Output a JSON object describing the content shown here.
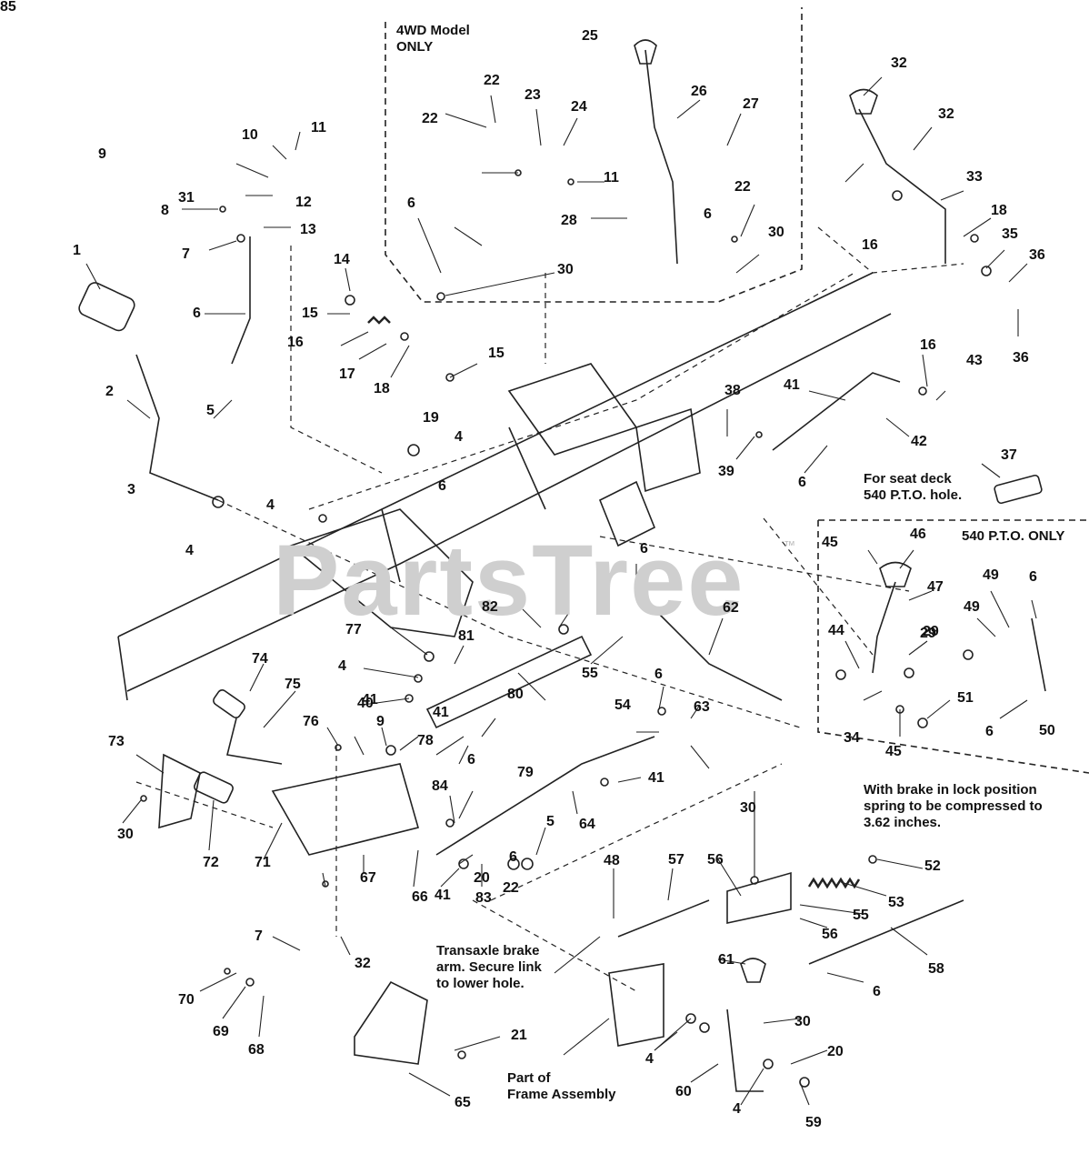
{
  "watermark": {
    "text": "PartsTree",
    "mark": "™"
  },
  "notes": {
    "four_wd": "4WD Model\nONLY",
    "seat_deck": "For seat deck\n540 P.T.O. hole.",
    "pto_only": "540 P.T.O. ONLY",
    "brake_lock": "With brake in lock position\nspring to be compressed to\n3.62 inches.",
    "transaxle": "Transaxle brake\narm. Secure link\nto lower hole.",
    "frame": "Part of\nFrame Assembly"
  },
  "callouts": [
    "1",
    "2",
    "3",
    "4",
    "4",
    "4",
    "4",
    "4",
    "4",
    "5",
    "5",
    "6",
    "6",
    "6",
    "6",
    "6",
    "6",
    "6",
    "6",
    "6",
    "6",
    "6",
    "6",
    "7",
    "7",
    "8",
    "9",
    "9",
    "10",
    "11",
    "11",
    "12",
    "13",
    "14",
    "15",
    "15",
    "16",
    "16",
    "16",
    "17",
    "18",
    "18",
    "19",
    "20",
    "20",
    "21",
    "22",
    "22",
    "22",
    "22",
    "23",
    "24",
    "25",
    "26",
    "27",
    "28",
    "29",
    "29",
    "30",
    "30",
    "30",
    "30",
    "30",
    "31",
    "32",
    "32",
    "32",
    "33",
    "34",
    "35",
    "36",
    "36",
    "37",
    "38",
    "39",
    "40",
    "41",
    "41",
    "41",
    "41",
    "41",
    "42",
    "43",
    "44",
    "45",
    "45",
    "46",
    "47",
    "48",
    "49",
    "49",
    "50",
    "51",
    "52",
    "53",
    "54",
    "55",
    "55",
    "56",
    "56",
    "57",
    "58",
    "59",
    "60",
    "61",
    "62",
    "63",
    "64",
    "65",
    "66",
    "67",
    "68",
    "69",
    "70",
    "71",
    "72",
    "73",
    "74",
    "75",
    "76",
    "77",
    "78",
    "79",
    "80",
    "81",
    "82",
    "83",
    "84",
    "85"
  ]
}
